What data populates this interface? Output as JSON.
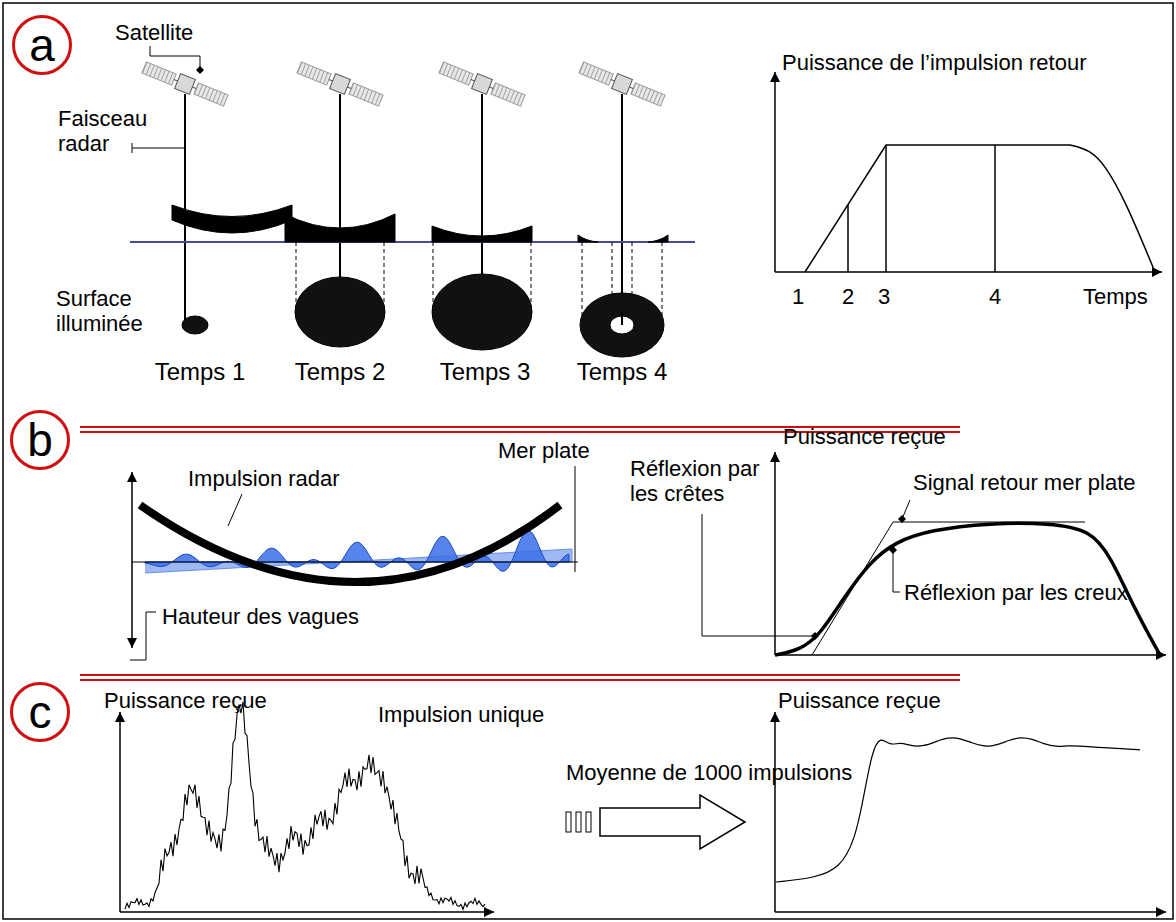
{
  "diagram": {
    "nodes": [
      {
        "text": [
          "a"
        ]
      },
      {
        "text": [
          "b"
        ]
      },
      {
        "text": [
          "c"
        ]
      }
    ],
    "labels": [
      "Satellite",
      "Faisceau radar",
      "Surface illuminée",
      "Temps 1",
      "Temps 2",
      "Temps 3",
      "Temps 4",
      "Puissance de l’impulsion retour",
      "1",
      "2",
      "3",
      "4",
      "Temps",
      "Impulsion radar",
      "Mer plate",
      "Hauteur des vagues",
      "Puissance reçue",
      "Réflexion par les crêtes",
      "Signal retour mer plate",
      "Réflexion par les creux",
      "Puissance reçue",
      "Impulsion unique",
      "Moyenne de 1000 impulsions",
      "Puissance reçue"
    ]
  }
}
